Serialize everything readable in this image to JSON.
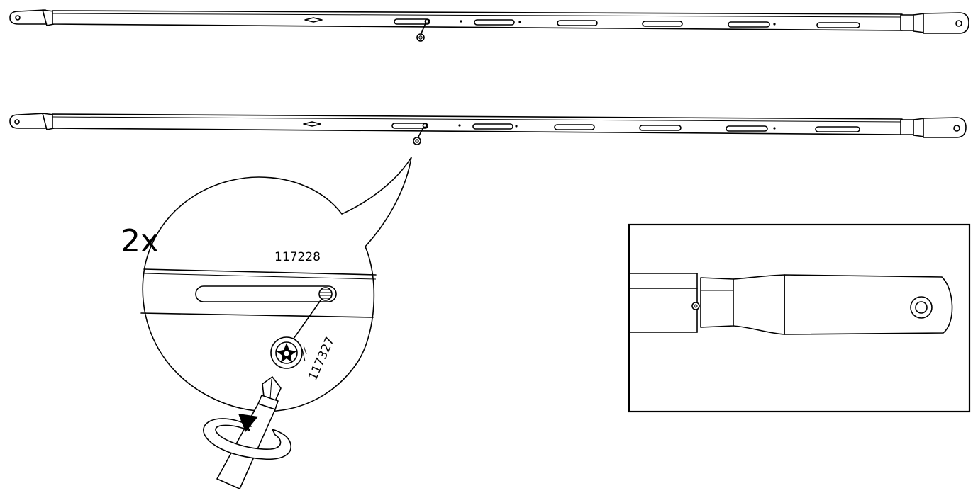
{
  "callout": {
    "quantity": "2x",
    "part_rail": "117228",
    "part_screw": "117327"
  },
  "icons": {
    "screw": "screw-icon",
    "screwdriver": "screwdriver-icon",
    "rotation": "rotation-arrow-icon"
  },
  "colors": {
    "ink": "#000000",
    "paper": "#ffffff"
  }
}
